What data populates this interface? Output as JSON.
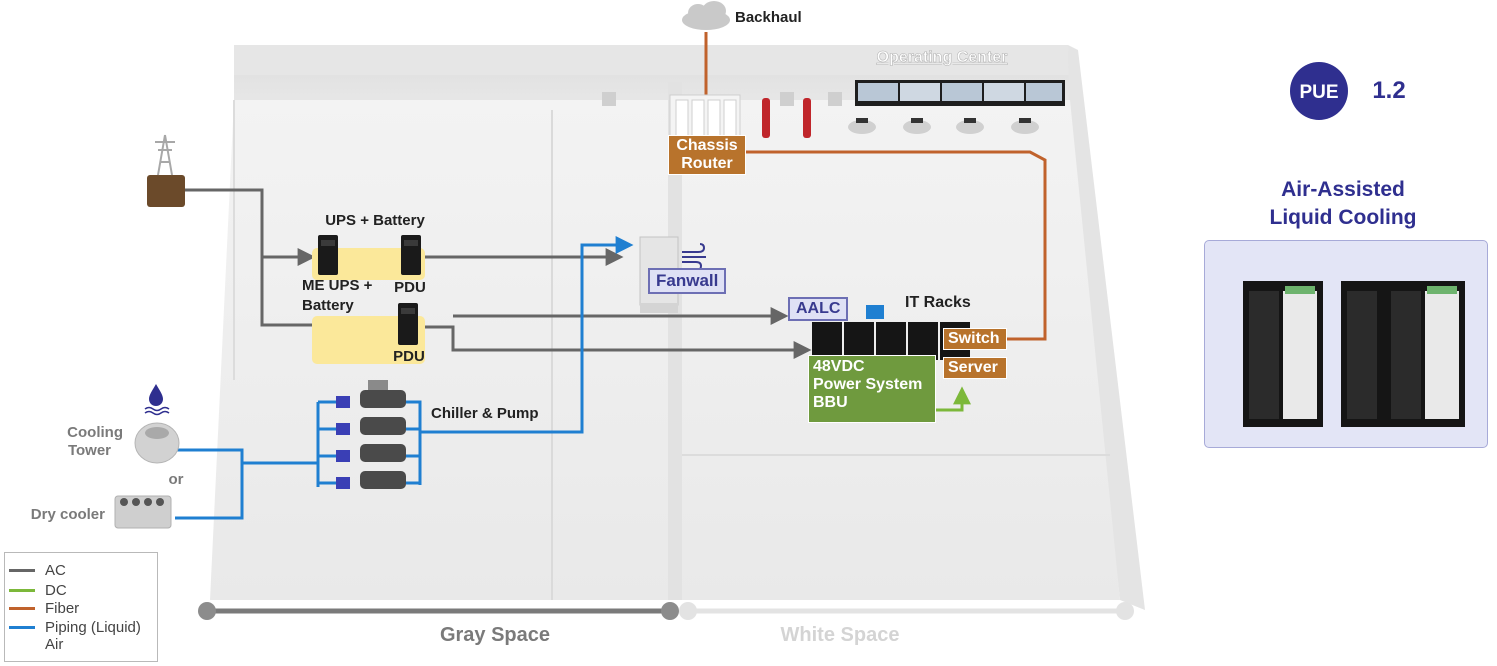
{
  "labels": {
    "backhaul": "Backhaul",
    "operating_center": "Operating Center",
    "chassis_router": [
      "Chassis",
      "Router"
    ],
    "ups_battery": "UPS + Battery",
    "me_ups": "ME UPS  +",
    "battery": "Battery",
    "pdu_top": "PDU",
    "pdu_bottom": "PDU",
    "fanwall": "Fanwall",
    "aalc": "AALC",
    "it_racks": "IT Racks",
    "switch": "Switch",
    "server": "Server",
    "power_system": [
      "48VDC",
      "Power System",
      "BBU"
    ],
    "chiller_pump": "Chiller & Pump",
    "cooling_tower": [
      "Cooling",
      "Tower"
    ],
    "or": "or",
    "dry_cooler": "Dry cooler",
    "gray_space": "Gray Space",
    "white_space": "White Space"
  },
  "pue": {
    "badge": "PUE",
    "value": "1.2"
  },
  "cooling_title": [
    "Air-Assisted",
    "Liquid Cooling"
  ],
  "legend": [
    {
      "label": "AC",
      "color": "#666666",
      "icon": "line"
    },
    {
      "label": "DC",
      "color": "#7cb83a",
      "icon": "line"
    },
    {
      "label": "Fiber",
      "color": "#c0622c",
      "icon": "line"
    },
    {
      "label": "Piping (Liquid)",
      "color": "#1f7fd1",
      "icon": "line"
    },
    {
      "label": "Air",
      "color": "#383a8f",
      "icon": "air-icon"
    }
  ],
  "colors": {
    "ac": "#666666",
    "dc": "#7cb83a",
    "fiber": "#c0622c",
    "piping": "#1f7fd1",
    "air": "#383a8f",
    "highlight": "#fbe89a",
    "pue_badge": "#2f2f8f"
  }
}
